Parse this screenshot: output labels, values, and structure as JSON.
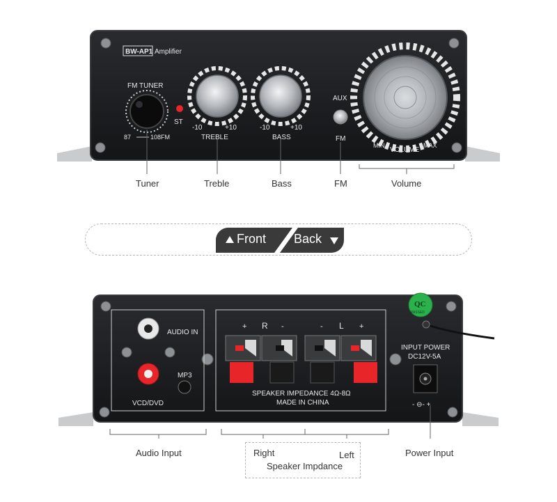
{
  "front_panel": {
    "model_badge": "BW-AP1",
    "model_suffix": "Amplifier",
    "fm_tuner_label": "FM TUNER",
    "st_label": "ST",
    "tuner_scale_min": "87",
    "tuner_scale_max": "108FM",
    "treble_min": "-10",
    "treble_max": "+10",
    "treble_label": "TREBLE",
    "bass_min": "-10",
    "bass_max": "+10",
    "bass_label": "BASS",
    "aux_label": "AUX",
    "fm_label": "FM",
    "volume_min": "MIN",
    "volume_label": "VOLUME",
    "volume_max": "MAX"
  },
  "front_callouts": {
    "tuner": "Tuner",
    "treble": "Treble",
    "bass": "Bass",
    "fm": "FM",
    "volume": "Volume"
  },
  "toggle": {
    "front_label": "Front",
    "back_label": "Back"
  },
  "back_panel": {
    "audio_in": "AUDIO IN",
    "mp3": "MP3",
    "vcd_dvd": "VCD/DVD",
    "plus_1": "+",
    "r_label": "R",
    "minus_1": "-",
    "minus_2": "-",
    "l_label": "L",
    "plus_2": "+",
    "impedance": "SPEAKER IMPEDANCE 4Ω-8Ω",
    "made_in": "MADE IN CHINA",
    "qc_top": "QC",
    "qc_bottom": "PASSED",
    "input_power": "INPUT POWER",
    "dc_rating": "DC12V-5A",
    "polarity": "- ⊖- +"
  },
  "back_callouts": {
    "audio_input": "Audio Input",
    "right": "Right",
    "left": "Left",
    "speaker_impedance": "Speaker Impdance",
    "power_input": "Power Input"
  },
  "colors": {
    "panel": "#1b1c1e",
    "panel_edge": "#3a3b3d",
    "knob_metal": "#cfd2d6",
    "red_terminal": "#e8262a",
    "toggle_bg": "#3a3a3a",
    "qc_green": "#2bb24c"
  }
}
